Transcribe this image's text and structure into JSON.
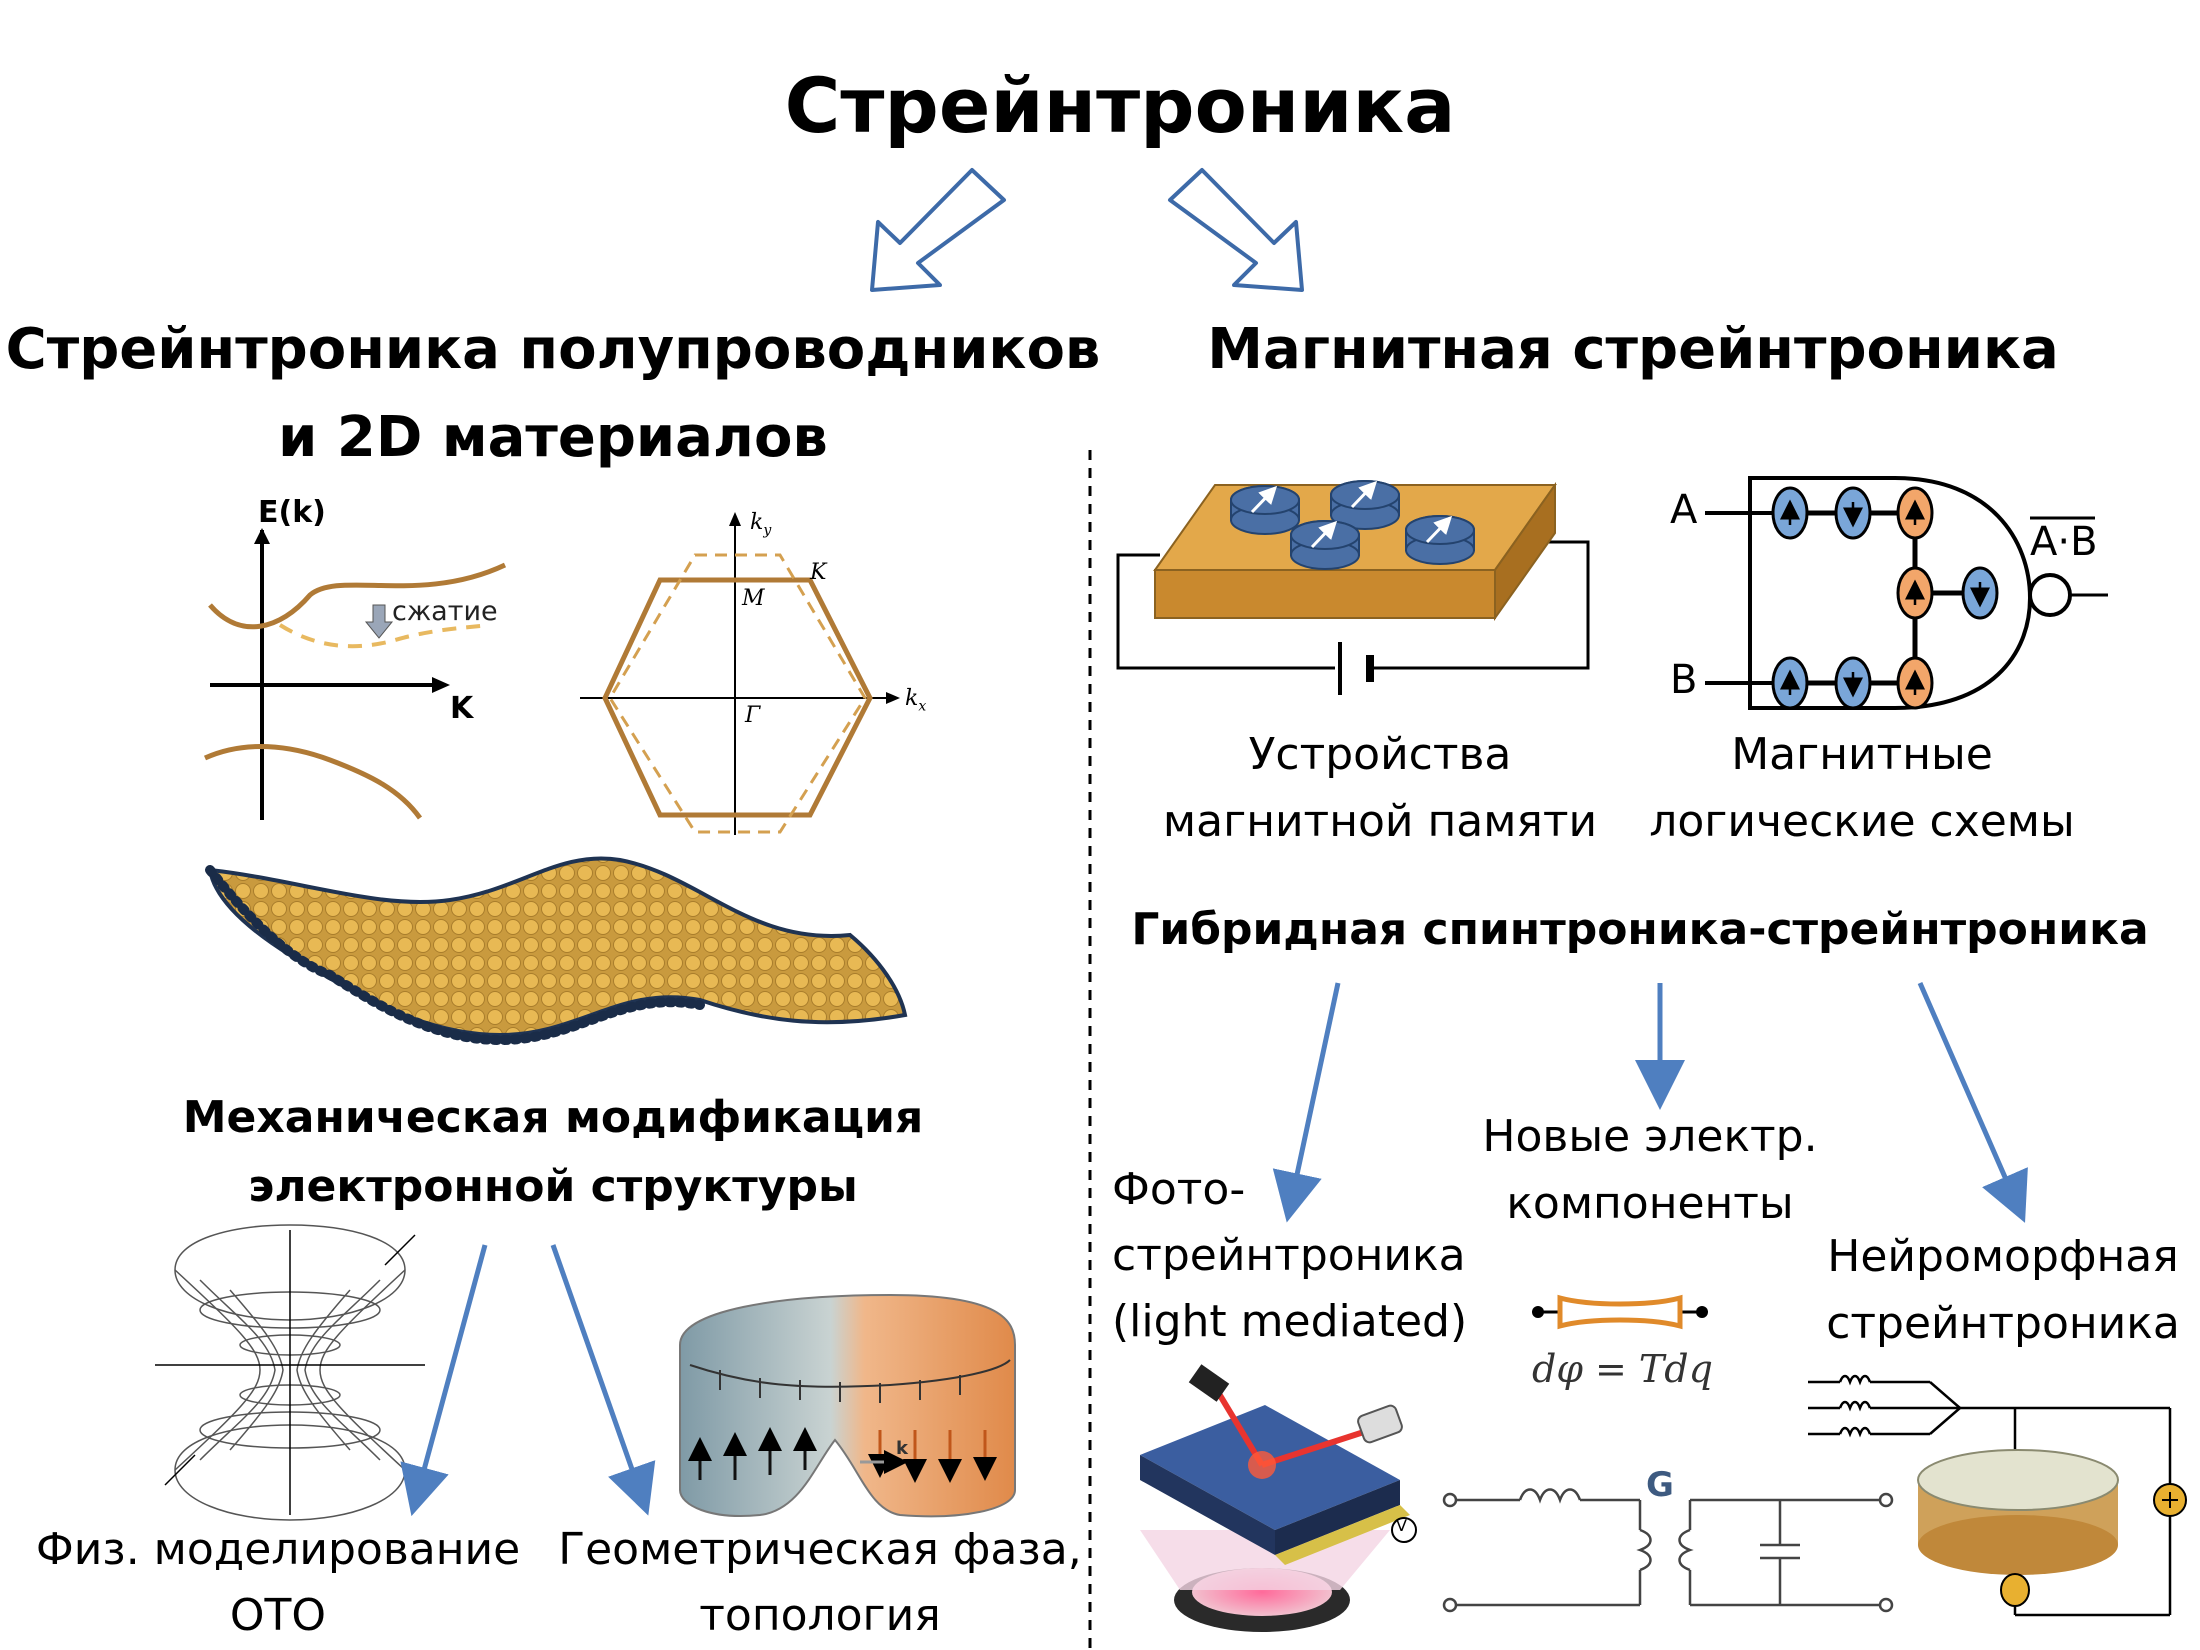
{
  "title": "Стрейнтроника",
  "left": {
    "heading_line1": "Стрейнтроника полупроводников",
    "heading_line2": "и 2D материалов",
    "band": {
      "axis_y": "E(k)",
      "axis_x": "K",
      "compress_label": "сжатие"
    },
    "bz": {
      "ky": "k",
      "ky_sub": "y",
      "kx": "k",
      "kx_sub": "x",
      "K": "K",
      "M": "M",
      "Gamma": "Γ"
    },
    "mech_line1": "Механическая модификация",
    "mech_line2": "электронной структуры",
    "gr_line1": "Физ. моделирование",
    "gr_line2": "ОТО",
    "geo_line1": "Геометрическая фаза,",
    "geo_line2": "топология",
    "ribbon_k": "k"
  },
  "right": {
    "heading": "Магнитная стрейнтроника",
    "memory_line1": "Устройства",
    "memory_line2": "магнитной памяти",
    "logic_line1": "Магнитные",
    "logic_line2": "логические схемы",
    "logic_A": "A",
    "logic_B": "B",
    "logic_out": "A·B",
    "hybrid": "Гибридная спинтроника-стрейнтроника",
    "photo_line1": "Фото-",
    "photo_line2": "стрейнтроника",
    "photo_line3": "(light mediated)",
    "newel_line1": "Новые электр.",
    "newel_line2": "компоненты",
    "equation": "dφ = Tdq",
    "circuit_G": "G",
    "neuro_line1": "Нейроморфная",
    "neuro_line2": "стрейнтроника",
    "voltmeter": "V"
  },
  "colors": {
    "arrow_blue": "#4f7fc0",
    "outline_blue": "#3d6aa8",
    "gold": "#d9a441",
    "band_brown": "#b07a36",
    "spin_blue": "#7aa6d8",
    "spin_orange": "#f2a66a"
  }
}
